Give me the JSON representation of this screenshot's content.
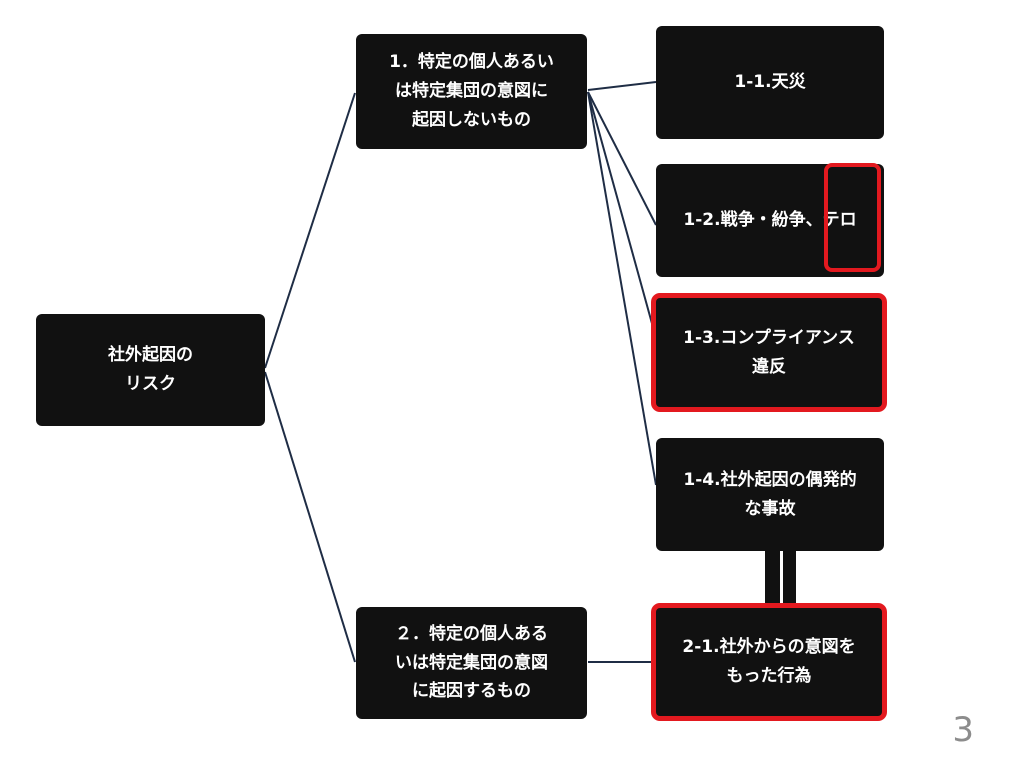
{
  "diagram": {
    "root": {
      "label": "社外起因の\nリスク"
    },
    "category1": {
      "label": "1．特定の個人あるい\nは特定集団の意図に\n起因しないもの"
    },
    "category2": {
      "label": "２．特定の個人ある\nいは特定集団の意図\nに起因するもの"
    },
    "item_1_1": {
      "label": "1-1.天災"
    },
    "item_1_2": {
      "label": "1-2.戦争・紛争、テロ"
    },
    "item_1_3": {
      "label": "1-3.コンプライアンス\n違反"
    },
    "item_1_4": {
      "label": "1-4.社外起因の偶発的\nな事故"
    },
    "item_2_1": {
      "label": "2-1.社外からの意図を\nもった行為"
    }
  },
  "colors": {
    "node_fill": "#111111",
    "node_text": "#ffffff",
    "connector": "#1f2d45",
    "highlight": "#e3191f",
    "page_number": "#8c8c8c"
  },
  "page_number": "3"
}
